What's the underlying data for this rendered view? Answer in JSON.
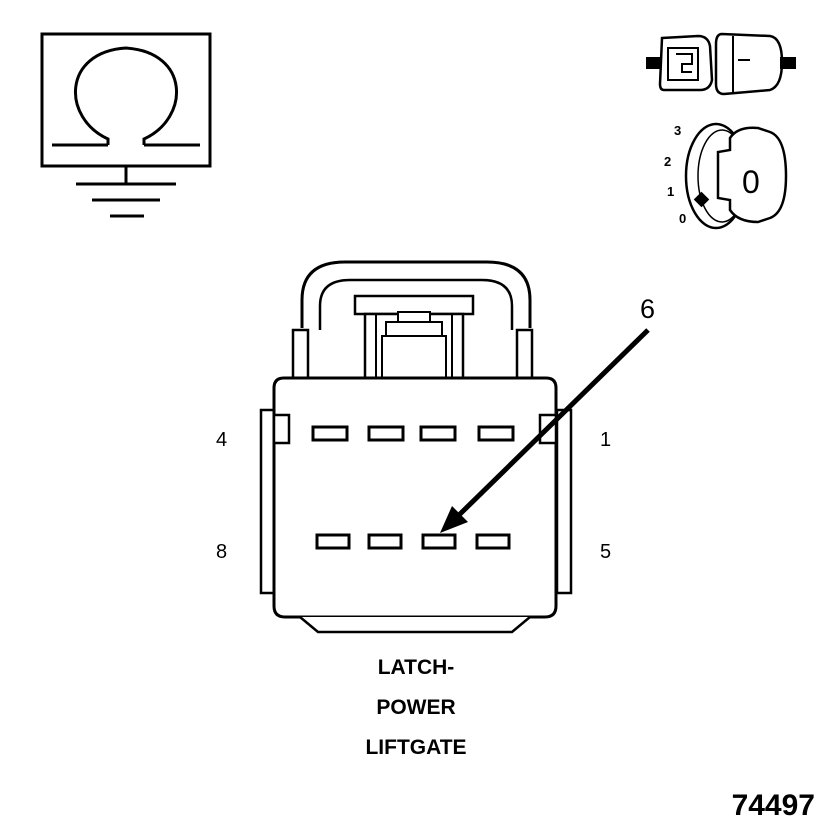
{
  "ohmmeter_symbol": {
    "icon": "ohm-ground-icon"
  },
  "disconnect_icon": {
    "icon": "connector-disconnect-icon"
  },
  "ignition": {
    "icon": "ignition-key-icon",
    "positions": [
      "3",
      "2",
      "1",
      "0"
    ],
    "key_label": "0"
  },
  "connector": {
    "pin_labels": {
      "top_left": "4",
      "top_right": "1",
      "bottom_left": "8",
      "bottom_right": "5"
    },
    "callout": "6",
    "caption": [
      "LATCH-",
      "POWER",
      "LIFTGATE"
    ]
  },
  "figure_number": "74497"
}
